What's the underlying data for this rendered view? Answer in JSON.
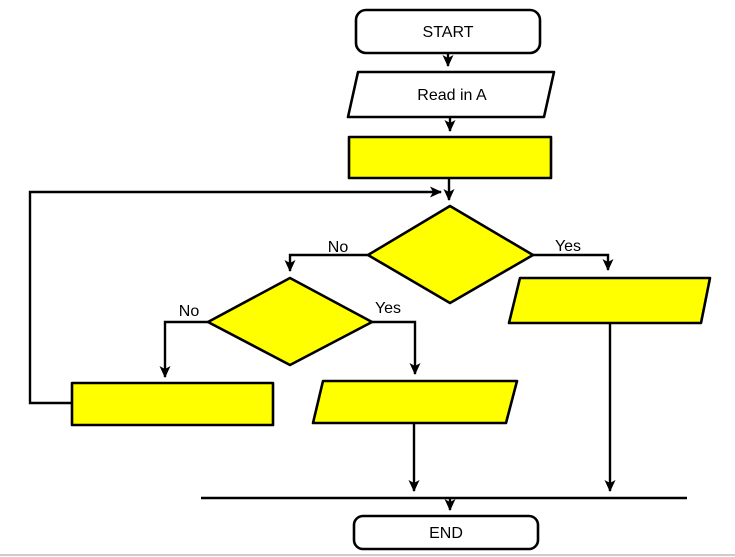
{
  "diagram": {
    "type": "flowchart",
    "colors": {
      "background": "#ffffff",
      "highlight_fill": "#ffff00",
      "terminator_fill": "#ffffff",
      "stroke": "#000000",
      "text": "#000000",
      "footer_line": "#c6c6c6"
    },
    "nodes": {
      "start": {
        "type": "terminator",
        "label": "START"
      },
      "read_a": {
        "type": "input",
        "label": "Read in A"
      },
      "process_top": {
        "type": "process",
        "label": ""
      },
      "decision_outer": {
        "type": "decision",
        "label": ""
      },
      "decision_inner": {
        "type": "decision",
        "label": ""
      },
      "process_loop": {
        "type": "process",
        "label": ""
      },
      "output_inner_yes": {
        "type": "input_output",
        "label": ""
      },
      "output_outer_yes": {
        "type": "input_output",
        "label": ""
      },
      "end": {
        "type": "terminator",
        "label": "END"
      }
    },
    "branch_labels": {
      "outer_no": "No",
      "outer_yes": "Yes",
      "inner_no": "No",
      "inner_yes": "Yes"
    }
  }
}
